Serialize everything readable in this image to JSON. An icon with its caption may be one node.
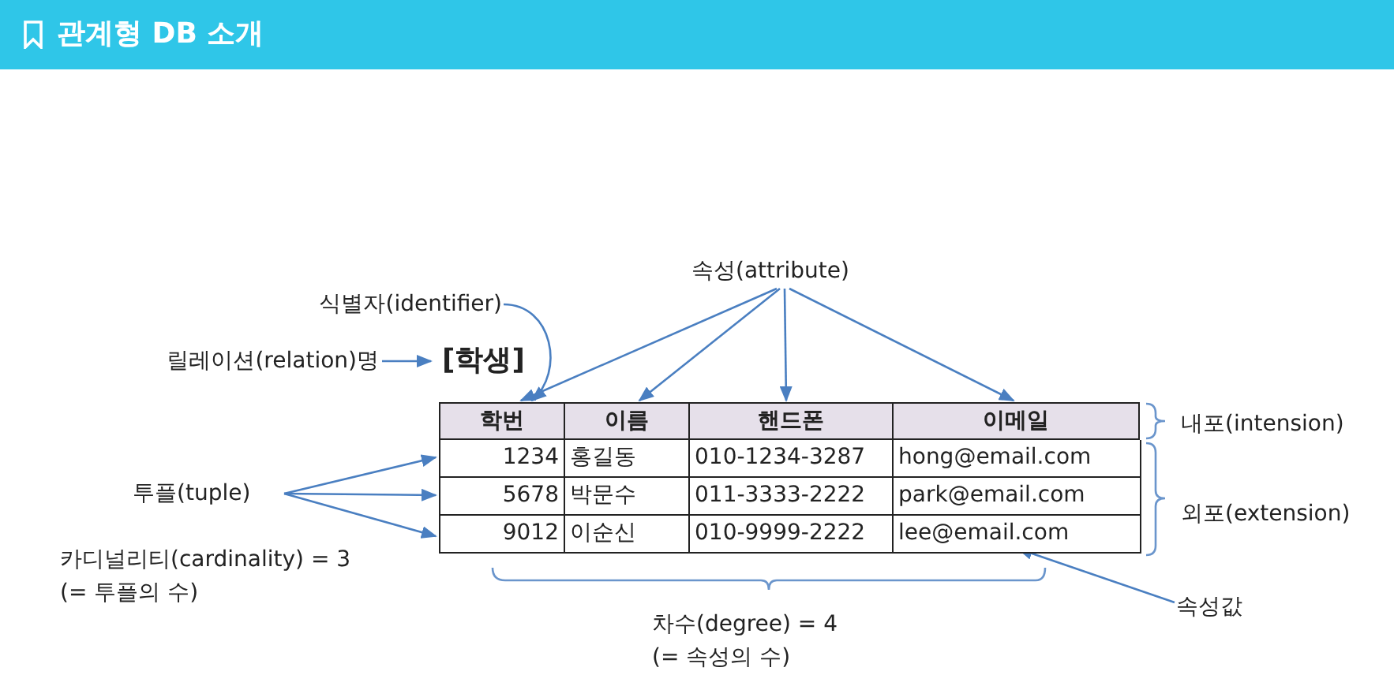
{
  "diagram": {
    "title": "관계형 DB 소개",
    "nodes": [
      {
        "text": [
          "속성(attribute)"
        ]
      },
      {
        "text": [
          "식별자(identifier)"
        ]
      },
      {
        "text": [
          "릴레이션(relation)명"
        ]
      },
      {
        "text": [
          "[학생]"
        ]
      },
      {
        "text": [
          "학번"
        ]
      },
      {
        "text": [
          "이름"
        ]
      },
      {
        "text": [
          "핸드폰"
        ]
      },
      {
        "text": [
          "이메일"
        ]
      },
      {
        "text": [
          "투플(tuple)"
        ]
      },
      {
        "text": [],
        "shape": "box"
      },
      {
        "text": [
          "1234"
        ],
        "in": 9
      },
      {
        "text": [
          "홍길동"
        ],
        "in": 9
      },
      {
        "text": [
          "010-1234-3287"
        ],
        "in": 9
      },
      {
        "text": [
          "hong@email.com"
        ],
        "in": 9
      },
      {
        "text": [],
        "shape": "box"
      },
      {
        "text": [
          "5678"
        ],
        "in": 14
      },
      {
        "text": [
          "박문수"
        ],
        "in": 14
      },
      {
        "text": [
          "011-3333-2222"
        ],
        "in": 14
      },
      {
        "text": [
          "park@email.com"
        ],
        "in": 14
      },
      {
        "text": [],
        "shape": "box"
      },
      {
        "text": [
          "9012"
        ],
        "in": 19
      },
      {
        "text": [
          "이순신"
        ],
        "in": 19
      },
      {
        "text": [
          "010-9999-2222"
        ],
        "in": 19
      },
      {
        "text": [
          "lee@email.com"
        ],
        "in": 19
      },
      {
        "text": [
          "속성값"
        ]
      }
    ],
    "edges": [
      {
        "from": 0,
        "to": 4,
        "arrow": "to"
      },
      {
        "from": 0,
        "to": 5,
        "arrow": "to"
      },
      {
        "from": 0,
        "to": 6,
        "arrow": "to"
      },
      {
        "from": 0,
        "to": 7,
        "arrow": "to"
      },
      {
        "from": 1,
        "to": 4,
        "arrow": "to"
      },
      {
        "from": 2,
        "to": 3,
        "arrow": "to"
      },
      {
        "from": 8,
        "to": 9,
        "arrow": "to"
      },
      {
        "from": 8,
        "to": 14,
        "arrow": "to"
      },
      {
        "from": 8,
        "to": 19,
        "arrow": "to"
      },
      {
        "from": 24,
        "to": 23,
        "arrow": "to"
      }
    ],
    "labels": [
      "내포(intension)",
      "외포(extension)",
      "카디널리티(cardinality) = 3 (= 투플의 수)",
      "차수(degree) = 4 (= 속성의 수)"
    ]
  }
}
